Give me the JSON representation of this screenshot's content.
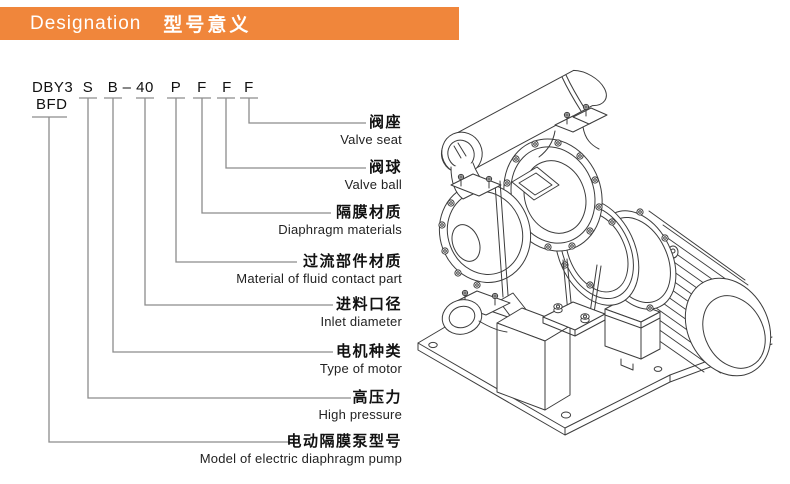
{
  "page": {
    "background": "#ffffff"
  },
  "header": {
    "title_en": "Designation",
    "title_zh": "型号意义",
    "bar_color": "#F0863B",
    "text_color": "#FFFFFF"
  },
  "model_code": {
    "line1": "DBY3",
    "line2": "BFD",
    "segments": [
      "S",
      "B",
      "–",
      "40",
      "P",
      "F",
      "F",
      "F"
    ]
  },
  "designations": [
    {
      "zh": "阀座",
      "en": "Valve seat"
    },
    {
      "zh": "阀球",
      "en": "Valve ball"
    },
    {
      "zh": "隔膜材质",
      "en": "Diaphragm materials"
    },
    {
      "zh": "过流部件材质",
      "en": "Material of fluid contact part"
    },
    {
      "zh": "进料口径",
      "en": "Inlet diameter"
    },
    {
      "zh": "电机种类",
      "en": "Type of motor"
    },
    {
      "zh": "高压力",
      "en": "High pressure"
    },
    {
      "zh": "电动隔膜泵型号",
      "en": "Model of electric diaphragm pump"
    }
  ],
  "illustration": {
    "alt": "Electric diaphragm pump isometric line drawing"
  },
  "colors": {
    "connector_line": "#8c8c8c",
    "drawing_line": "#3c3c3c"
  }
}
